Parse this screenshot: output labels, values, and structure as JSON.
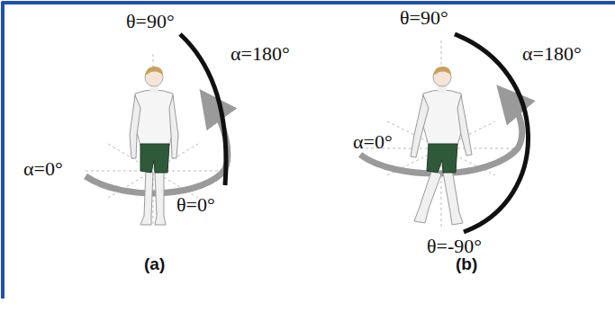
{
  "diagram": {
    "labels": [
      "θ=90°",
      "α=180°",
      "α=0°",
      "θ=0°",
      "(a)",
      "θ=90°",
      "α=180°",
      "α=0°",
      "θ=-90°",
      "(b)"
    ]
  }
}
